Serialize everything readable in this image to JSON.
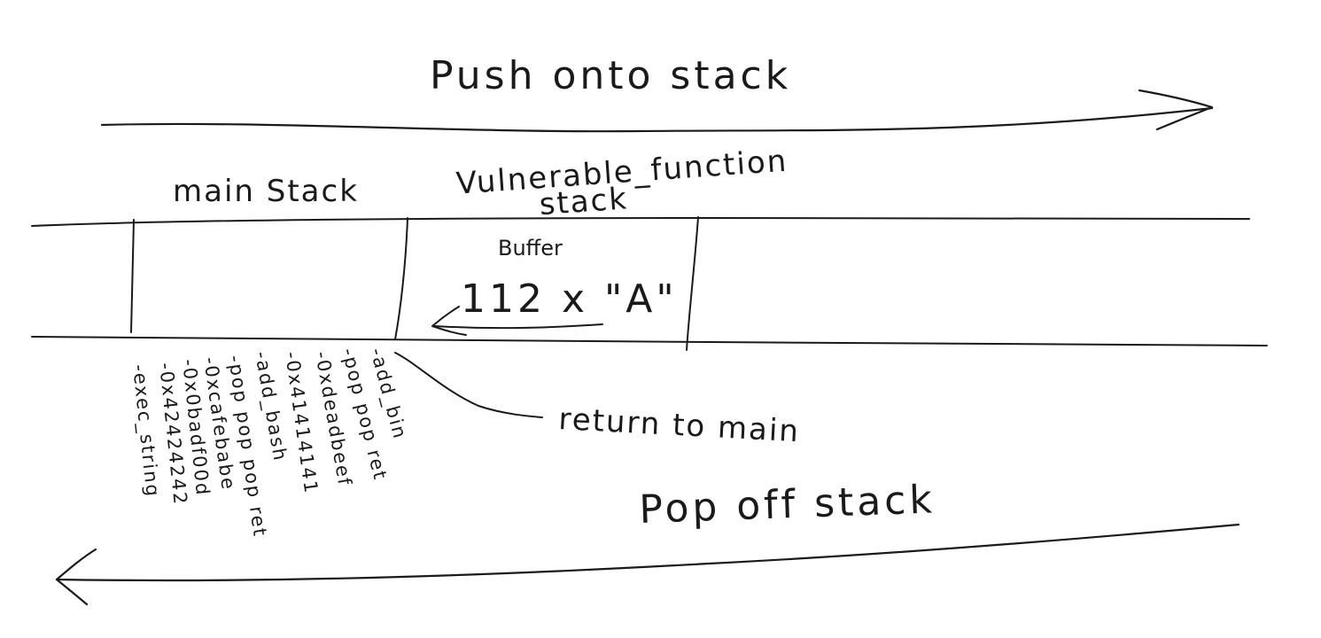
{
  "diagram": {
    "labels": {
      "push": "Push onto stack",
      "pop": "Pop off stack",
      "main_stack": "main Stack",
      "vuln_line1": "Vulnerable_function",
      "vuln_line2": "stack",
      "buffer": "Buffer",
      "payload": "112 x \"A\"",
      "return_to_main": "return to main"
    },
    "rop_chain": [
      "-add_bin",
      "-pop pop ret",
      "-0xdeadbeef",
      "-0x41414141",
      "-add_bash",
      "-pop pop pop ret",
      "-0xcafebabe",
      "-0x0badf00d",
      "-0x42424242",
      "-exec_string"
    ]
  }
}
